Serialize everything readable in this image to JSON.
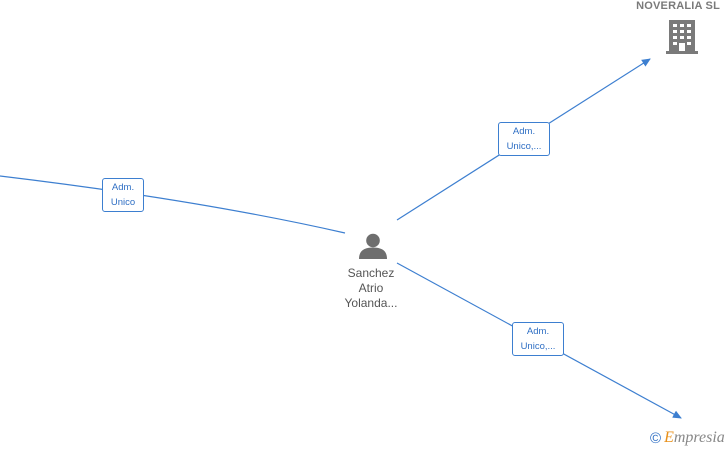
{
  "nodes": {
    "person": {
      "name_lines": [
        "Sanchez",
        "Atrio",
        "Yolanda..."
      ]
    },
    "company": {
      "name": "NOVERALIA  SL",
      "icon": "building-icon"
    }
  },
  "edges": {
    "left": {
      "label_lines": [
        "Adm.",
        "Unico"
      ]
    },
    "top_right": {
      "label_lines": [
        "Adm.",
        "Unico,..."
      ]
    },
    "bottom_right": {
      "label_lines": [
        "Adm.",
        "Unico,..."
      ]
    }
  },
  "watermark": {
    "copyright_symbol": "©",
    "brand_first": "E",
    "brand_rest": "mpresia"
  },
  "colors": {
    "edge": "#3d7fd0",
    "node_icon": "#6e6e6e",
    "label_text": "#2f6fc4"
  }
}
